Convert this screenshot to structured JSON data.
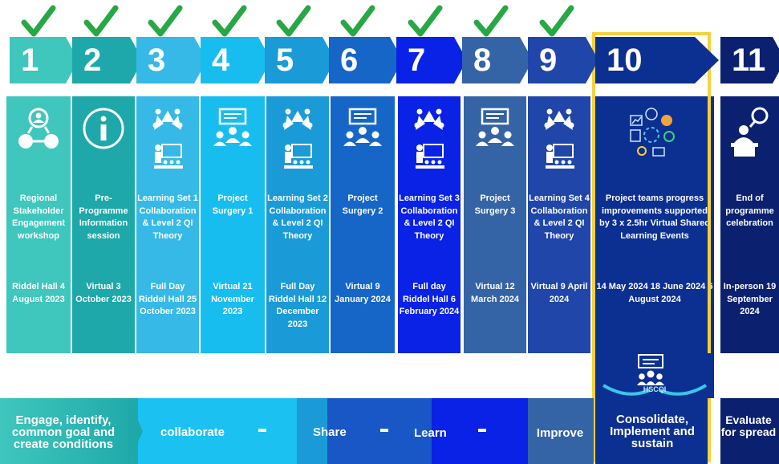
{
  "steps": [
    {
      "num": "1",
      "title": "Regional Stakeholder Engagement workshop",
      "detail": "Riddel Hall 4 August 2023",
      "icon": "stakeholder-network-icon",
      "color": "#3fc6bd",
      "checked": true
    },
    {
      "num": "2",
      "title": "Pre-Programme Information session",
      "detail": "Virtual 3 October 2023",
      "icon": "info-icon",
      "color": "#1ea8a9",
      "checked": true
    },
    {
      "num": "3",
      "title": "Learning Set 1 Collaboration & Level 2 QI Theory",
      "detail": "Full Day Riddel Hall 25 October 2023",
      "icon": "collaboration-teaching-icon",
      "color": "#36b9e6",
      "checked": true
    },
    {
      "num": "4",
      "title": "Project Surgery 1",
      "detail": "Virtual 21 November 2023",
      "icon": "presentation-group-icon",
      "color": "#18bdf0",
      "checked": true
    },
    {
      "num": "5",
      "title": "Learning Set 2 Collaboration & Level 2 QI Theory",
      "detail": "Full Day Riddel Hall 12 December 2023",
      "icon": "collaboration-teaching-icon",
      "color": "#1a9bd8",
      "checked": true
    },
    {
      "num": "6",
      "title": "Project Surgery 2",
      "detail": "Virtual 9 January 2024",
      "icon": "presentation-group-icon",
      "color": "#1666c8",
      "checked": true
    },
    {
      "num": "7",
      "title": "Learning Set 3 Collaboration & Level 2 QI Theory",
      "detail": "Full day Riddel Hall 6 February 2024",
      "icon": "collaboration-teaching-icon",
      "color": "#0a22e6",
      "checked": true
    },
    {
      "num": "8",
      "title": "Project Surgery 3",
      "detail": "Virtual 12 March 2024",
      "icon": "presentation-group-icon",
      "color": "#3564a6",
      "checked": true
    },
    {
      "num": "9",
      "title": "Learning Set 4 Collaboration & Level 2 QI Theory",
      "detail": "Virtual 9 April 2024",
      "icon": "collaboration-teaching-icon",
      "color": "#1f46a8",
      "checked": true
    },
    {
      "num": "10",
      "title": "Project teams progress improvements supported by 3 x 2.5hr Virtual Shared Learning Events",
      "detail": "14 May 2024 18 June 2024 6 August 2024",
      "icon": "improvement-tools-icon",
      "color": "#0c2f92",
      "checked": false
    },
    {
      "num": "11",
      "title": "End of programme celebration",
      "detail": "In-person 19 September 2024",
      "icon": "celebration-speaker-icon",
      "color": "#0b2170",
      "checked": false
    }
  ],
  "bottom": {
    "engage": "Engage, identify, common goal and create conditions",
    "collaborate": "collaborate",
    "share": "Share",
    "learn": "Learn",
    "improve": "Improve",
    "consolidate": "Consolidate, Implement and sustain",
    "evaluate": "Evaluate for spread"
  },
  "hscqi_logo": "HSCQI",
  "colors": {
    "check": "#27a844",
    "highlight": "#f5d13c"
  }
}
